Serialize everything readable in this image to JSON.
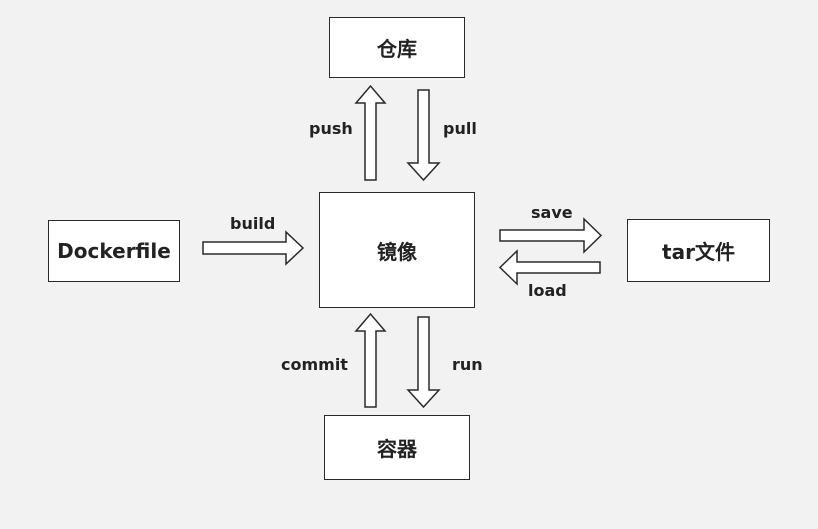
{
  "nodes": {
    "repository": "仓库",
    "image": "镜像",
    "dockerfile": "Dockerfile",
    "tar_file": "tar文件",
    "container": "容器"
  },
  "edges": {
    "push": "push",
    "pull": "pull",
    "build": "build",
    "save": "save",
    "load": "load",
    "commit": "commit",
    "run": "run"
  }
}
